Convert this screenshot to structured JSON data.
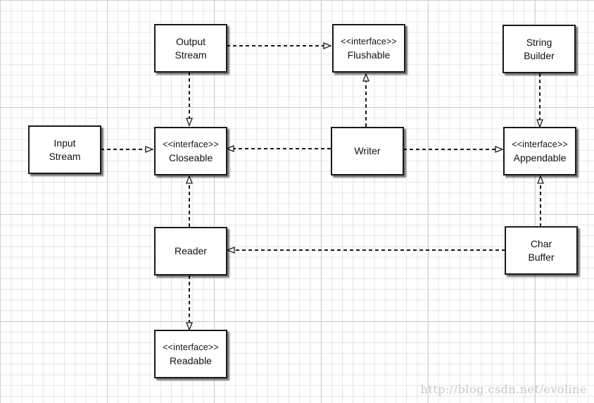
{
  "diagram": {
    "nodes": {
      "output_stream": {
        "lines": [
          "Output",
          "Stream"
        ]
      },
      "flushable": {
        "lines": [
          "<<interface>>",
          "Flushable"
        ]
      },
      "string_builder": {
        "lines": [
          "String",
          "Builder"
        ]
      },
      "input_stream": {
        "lines": [
          "Input",
          "Stream"
        ]
      },
      "closeable": {
        "lines": [
          "<<interface>>",
          "Closeable"
        ]
      },
      "writer": {
        "lines": [
          "Writer"
        ]
      },
      "appendable": {
        "lines": [
          "<<interface>>",
          "Appendable"
        ]
      },
      "reader": {
        "lines": [
          "Reader"
        ]
      },
      "char_buffer": {
        "lines": [
          "Char",
          "Buffer"
        ]
      },
      "readable": {
        "lines": [
          "<<interface>>",
          "Readable"
        ]
      }
    },
    "edges": [
      {
        "from": "output_stream",
        "to": "flushable"
      },
      {
        "from": "output_stream",
        "to": "closeable"
      },
      {
        "from": "input_stream",
        "to": "closeable"
      },
      {
        "from": "writer",
        "to": "closeable"
      },
      {
        "from": "writer",
        "to": "flushable"
      },
      {
        "from": "writer",
        "to": "appendable"
      },
      {
        "from": "string_builder",
        "to": "appendable"
      },
      {
        "from": "reader",
        "to": "closeable"
      },
      {
        "from": "reader",
        "to": "readable"
      },
      {
        "from": "char_buffer",
        "to": "appendable"
      },
      {
        "from": "char_buffer",
        "to": "reader"
      }
    ]
  },
  "watermark": "http://blog.csdn.net/evoline"
}
